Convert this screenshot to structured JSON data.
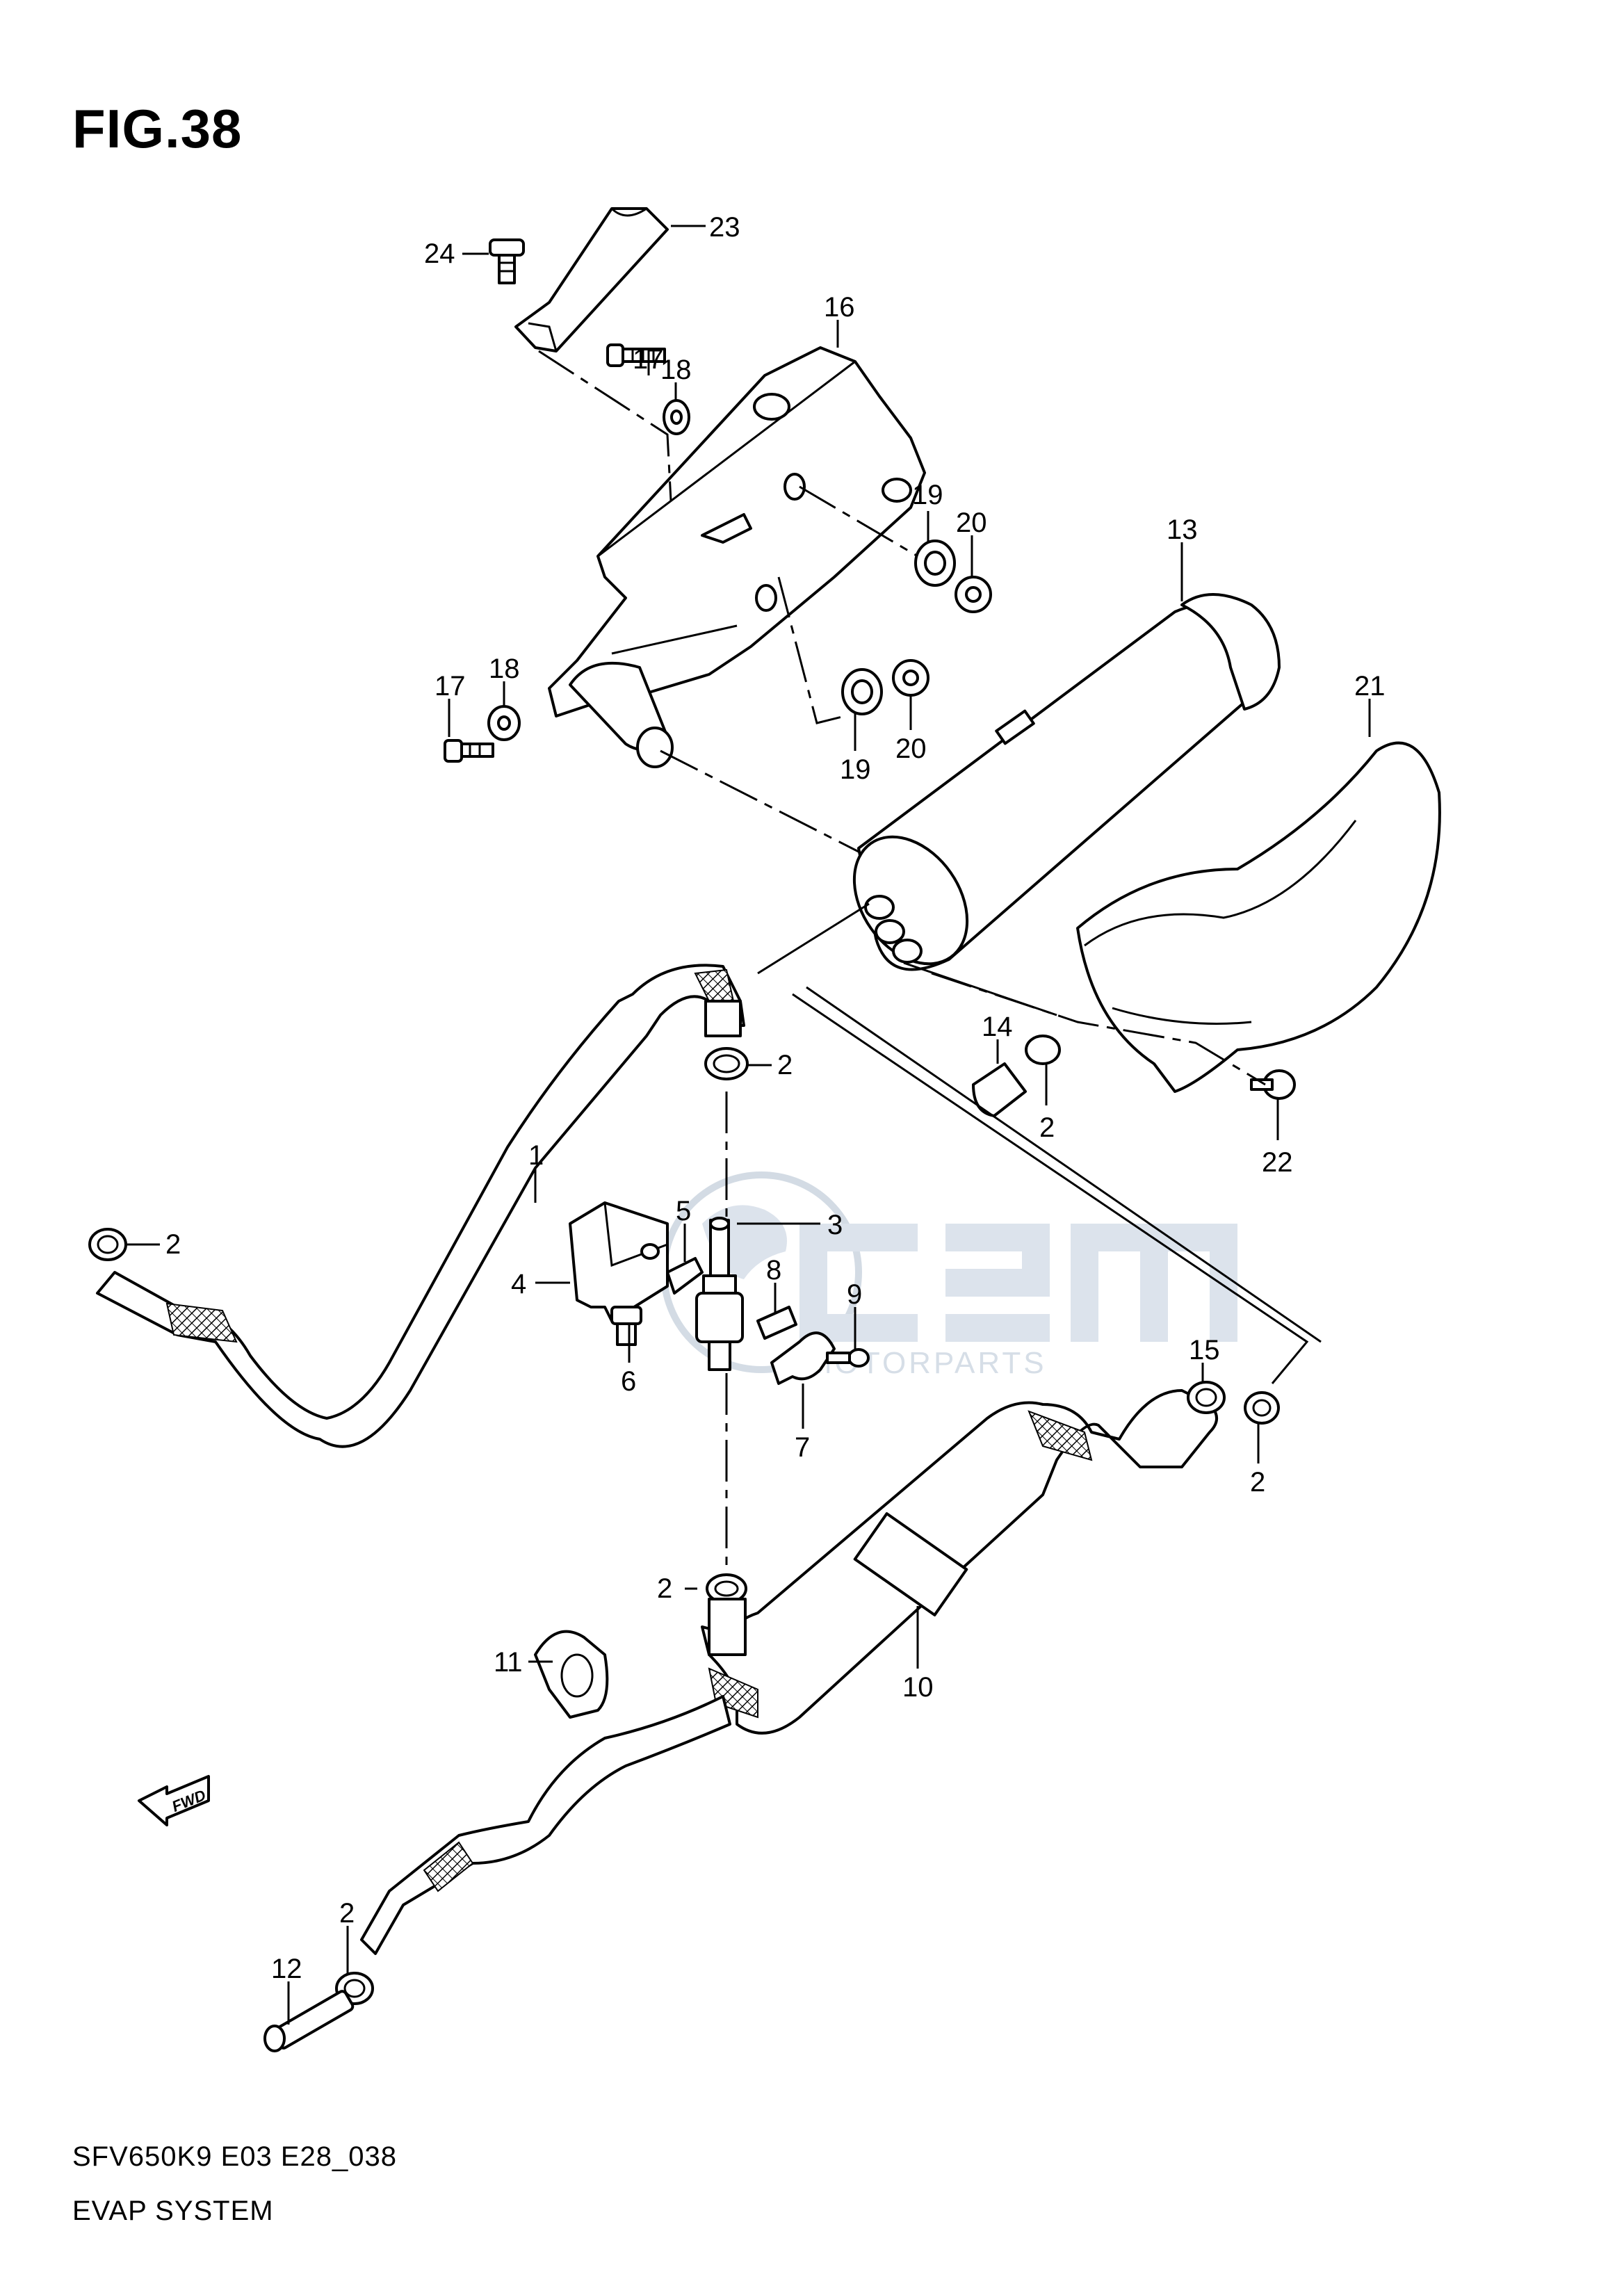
{
  "figure": {
    "title": "FIG.38"
  },
  "footer": {
    "code": "SFV650K9 E03 E28_038",
    "name": "EVAP SYSTEM"
  },
  "watermark": {
    "text": "MOTORPARTS"
  },
  "direction": {
    "label": "FWD"
  },
  "callouts": {
    "c1": "1",
    "c2a": "2",
    "c2b": "2",
    "c2c": "2",
    "c2d": "2",
    "c2e": "2",
    "c2f": "2",
    "c3": "3",
    "c4": "4",
    "c5": "5",
    "c6": "6",
    "c7": "7",
    "c8": "8",
    "c9": "9",
    "c10": "10",
    "c11": "11",
    "c12": "12",
    "c13": "13",
    "c14": "14",
    "c15": "15",
    "c16": "16",
    "c17a": "17",
    "c17b": "17",
    "c18a": "18",
    "c18b": "18",
    "c19a": "19",
    "c19b": "19",
    "c20a": "20",
    "c20b": "20",
    "c21": "21",
    "c22": "22",
    "c23": "23",
    "c24": "24"
  }
}
